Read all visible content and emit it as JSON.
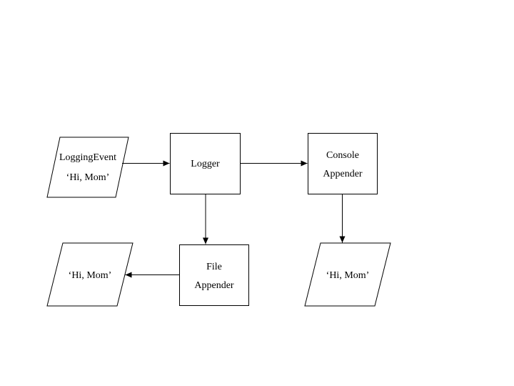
{
  "page": {
    "background_color": "#ffffff",
    "stroke_color": "#000000",
    "text_color": "#000000"
  },
  "diagram": {
    "type": "flowchart",
    "description": "Logging flow: a LoggingEvent goes through a Logger to a Console Appender and a File Appender, each emitting the message",
    "nodes": {
      "logging_event": {
        "shape": "parallelogram",
        "lines": [
          "LoggingEvent",
          "‘Hi, Mom’"
        ]
      },
      "logger": {
        "shape": "rectangle",
        "lines": [
          "Logger"
        ]
      },
      "console_appender": {
        "shape": "rectangle",
        "lines": [
          "Console",
          "Appender"
        ]
      },
      "file_appender": {
        "shape": "rectangle",
        "lines": [
          "File",
          "Appender"
        ]
      },
      "console_output": {
        "shape": "parallelogram",
        "lines": [
          "‘Hi, Mom’"
        ]
      },
      "file_output": {
        "shape": "parallelogram",
        "lines": [
          "‘Hi, Mom’"
        ]
      }
    },
    "edges": [
      {
        "from": "logging_event",
        "to": "logger",
        "direction": "right"
      },
      {
        "from": "logger",
        "to": "console_appender",
        "direction": "right"
      },
      {
        "from": "logger",
        "to": "file_appender",
        "direction": "down"
      },
      {
        "from": "console_appender",
        "to": "console_output",
        "direction": "down"
      },
      {
        "from": "file_appender",
        "to": "file_output",
        "direction": "left"
      }
    ]
  }
}
